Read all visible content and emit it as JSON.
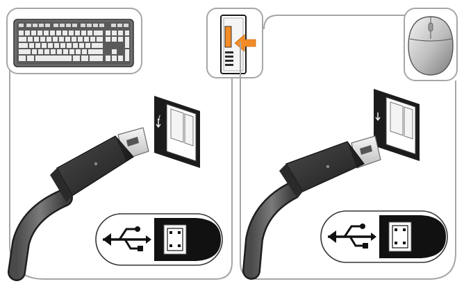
{
  "diagram": {
    "panels": [
      {
        "device": "keyboard",
        "connector": "usb-a",
        "port": "usb"
      },
      {
        "device": "mouse",
        "connector": "usb-a",
        "port": "usb"
      }
    ],
    "center_icon": "computer-back-usb-location",
    "icons": [
      "keyboard-icon",
      "mouse-icon",
      "usb-symbol-icon",
      "arrow-icon",
      "usb-port-icon"
    ],
    "colors": {
      "frame_stroke": "#a6a6a6",
      "connector_dark": "#3a3a3a",
      "connector_metal": "#e5e5e5",
      "cable": "#575757",
      "arrow_orange": "#f28c28",
      "text_black": "#111111",
      "background": "#ffffff"
    }
  }
}
